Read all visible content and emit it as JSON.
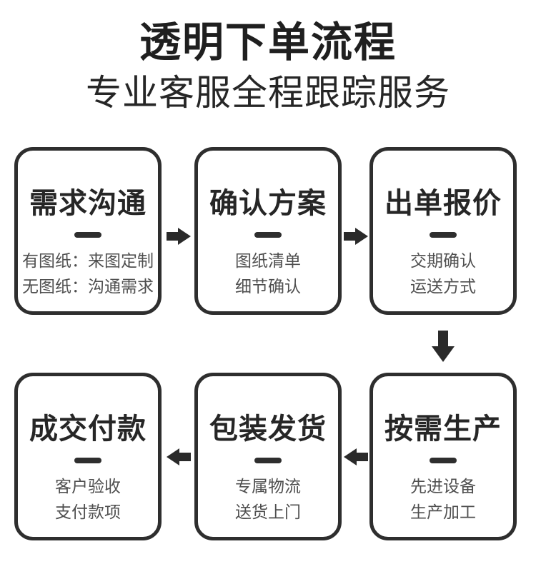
{
  "header": {
    "title": "透明下单流程",
    "subtitle": "专业客服全程跟踪服务"
  },
  "steps": [
    {
      "title": "需求沟通",
      "lines": [
        "有图纸：来图定制",
        "无图纸：沟通需求"
      ]
    },
    {
      "title": "确认方案",
      "lines": [
        "图纸清单",
        "细节确认"
      ]
    },
    {
      "title": "出单报价",
      "lines": [
        "交期确认",
        "运送方式"
      ]
    },
    {
      "title": "按需生产",
      "lines": [
        "先进设备",
        "生产加工"
      ]
    },
    {
      "title": "包装发货",
      "lines": [
        "专属物流",
        "送货上门"
      ]
    },
    {
      "title": "成交付款",
      "lines": [
        "客户验收",
        "支付款项"
      ]
    }
  ],
  "arrows": [
    {
      "from": "需求沟通",
      "to": "确认方案",
      "direction": "right"
    },
    {
      "from": "确认方案",
      "to": "出单报价",
      "direction": "right"
    },
    {
      "from": "出单报价",
      "to": "按需生产",
      "direction": "down"
    },
    {
      "from": "按需生产",
      "to": "包装发货",
      "direction": "left"
    },
    {
      "from": "包装发货",
      "to": "成交付款",
      "direction": "left"
    }
  ],
  "colors": {
    "ink": "#2e2e2e",
    "title_text": "#1f1f1f",
    "detail_text": "#4f4f4f",
    "background": "#ffffff"
  }
}
